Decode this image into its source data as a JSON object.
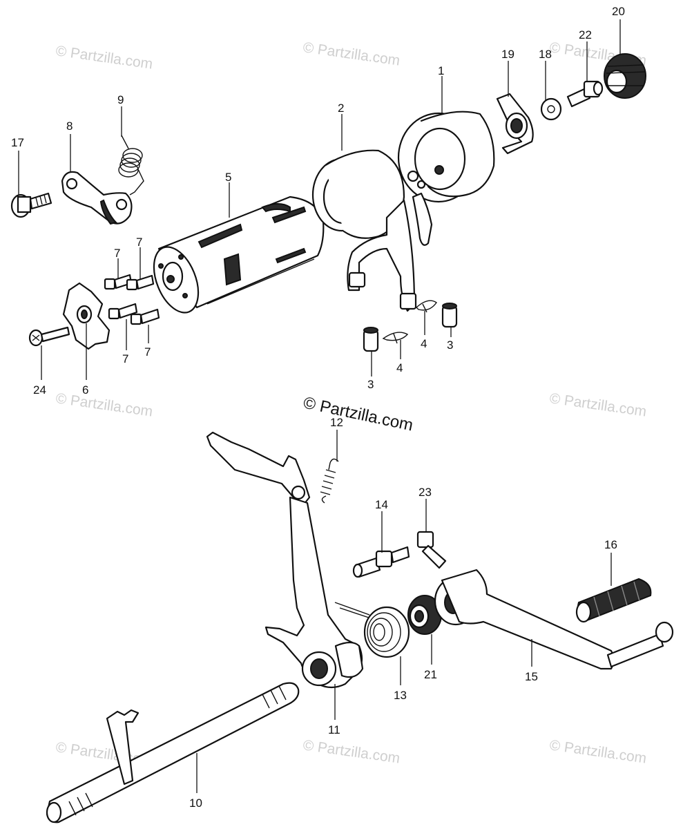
{
  "watermark": {
    "text": "© Partzilla.com"
  },
  "callouts": {
    "c1": "1",
    "c2": "2",
    "c3a": "3",
    "c3b": "3",
    "c4a": "4",
    "c4b": "4",
    "c5": "5",
    "c6": "6",
    "c7a": "7",
    "c7b": "7",
    "c7c": "7",
    "c7d": "7",
    "c8": "8",
    "c9": "9",
    "c10": "10",
    "c11": "11",
    "c12": "12",
    "c13": "13",
    "c14": "14",
    "c15": "15",
    "c16": "16",
    "c17": "17",
    "c18": "18",
    "c19": "19",
    "c20": "20",
    "c21": "21",
    "c22": "22",
    "c23": "23",
    "c24": "24"
  }
}
